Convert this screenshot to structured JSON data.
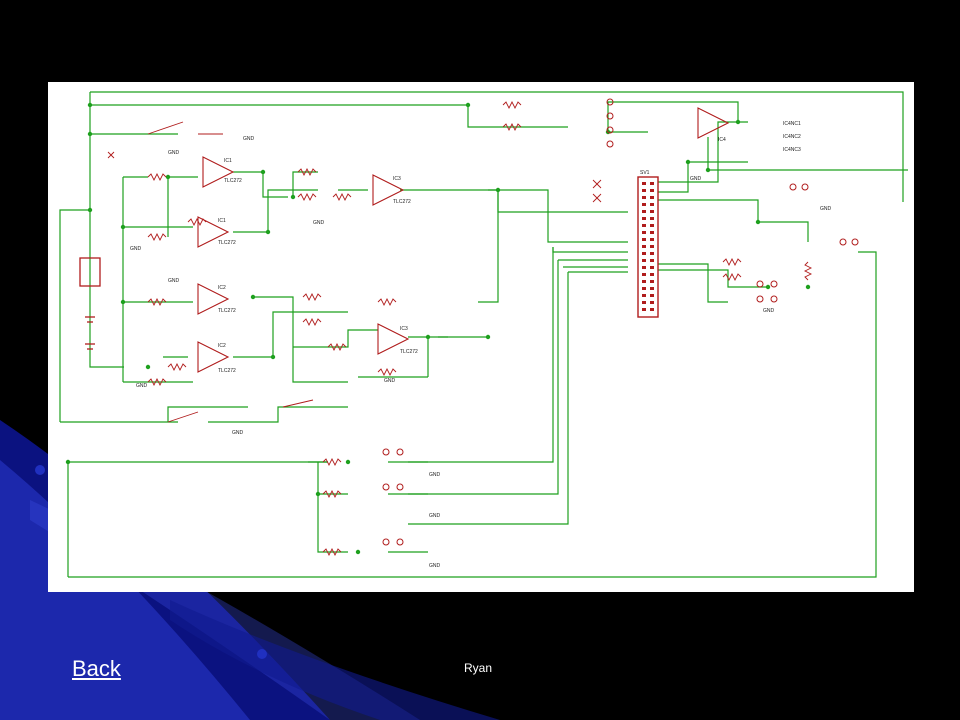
{
  "slide": {
    "back_link": "Back",
    "footer_name": "Ryan"
  },
  "colors": {
    "background": "#000000",
    "accent": "#1a2aa8",
    "wire": "#1ea01e",
    "component": "#b01c1c",
    "junction": "#1ea01e"
  },
  "schematic": {
    "opamp_parts": [
      "IC1",
      "IC1",
      "IC2",
      "IC2",
      "IC3",
      "IC3",
      "IC4"
    ],
    "opamp_model": "TLC272",
    "connector": "SV1",
    "ground": "GND",
    "nc_labels": [
      "IC4NC1",
      "IC4NC2",
      "IC4NC3"
    ]
  }
}
